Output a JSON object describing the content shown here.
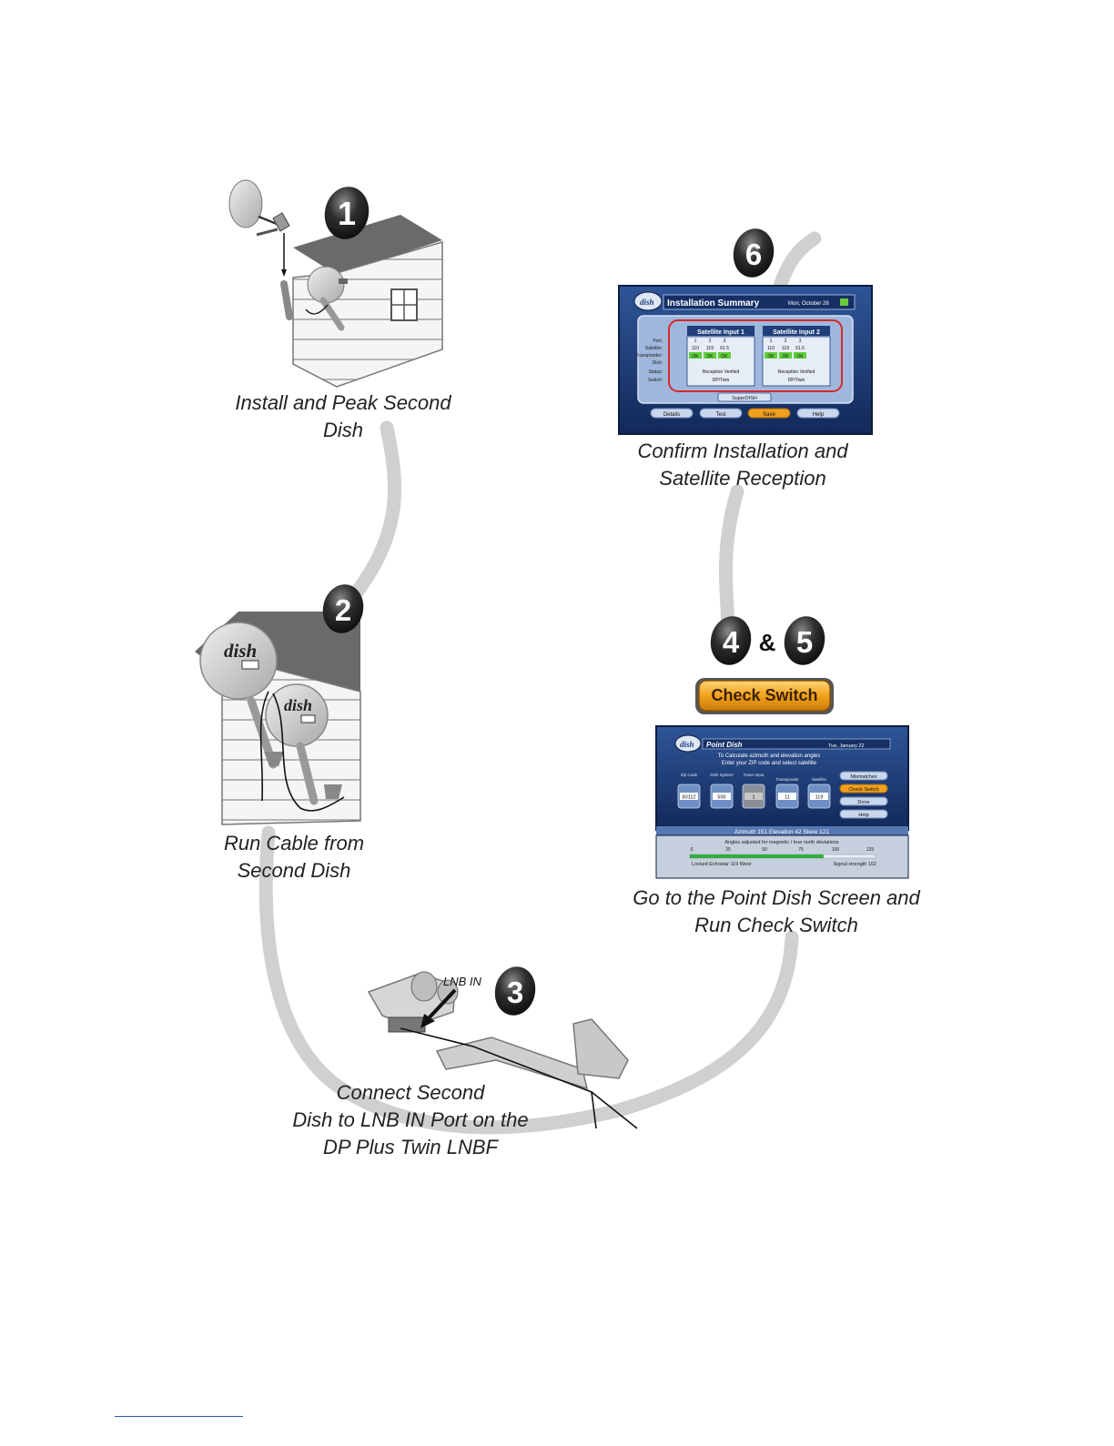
{
  "steps": [
    {
      "number": "1",
      "caption": [
        "Install and Peak Second",
        "Dish"
      ]
    },
    {
      "number": "2",
      "caption": [
        "Run Cable from",
        "Second Dish"
      ]
    },
    {
      "number": "3",
      "caption": [
        "Connect Second",
        "Dish to LNB IN Port on the",
        "DP Plus Twin LNBF"
      ],
      "callout": "LNB IN"
    },
    {
      "number": "4",
      "joiner": "&"
    },
    {
      "number": "5",
      "caption": [
        "Go to the Point Dish Screen and",
        "Run Check Switch"
      ],
      "button_label": "Check Switch"
    },
    {
      "number": "6",
      "caption": [
        "Confirm Installation and",
        "Satellite Reception"
      ]
    }
  ],
  "dish_brand": "dish",
  "installation_summary": {
    "title": "Installation Summary",
    "date": "Mon, October 28",
    "input1": "Satellite Input 1",
    "input2": "Satellite Input 2",
    "row_labels": [
      "Port:",
      "Satellite:",
      "Transponder:",
      "Dish:",
      "Status:",
      "Switch:"
    ],
    "ports": [
      "1",
      "2",
      "3"
    ],
    "satellites_1": [
      "110",
      "119",
      "61.5"
    ],
    "satellites_2": [
      "110",
      "119",
      "61.5"
    ],
    "transponder": "OK",
    "status": "Reception Verified",
    "switch": "DP/Twin",
    "button_center": "SuperDISH",
    "buttons": [
      "Details",
      "Test",
      "Save",
      "Help"
    ]
  },
  "point_dish": {
    "title": "Point Dish",
    "date": "Tue, January 22",
    "instructions": [
      "To Calculate azimuth and elevation angles",
      "Enter your ZIP code and select satellite"
    ],
    "columns": [
      "Zip Code",
      "Dish System",
      "Tuner Input",
      "Transponder",
      "Satellite"
    ],
    "values": [
      "80112",
      "500",
      "1",
      "11",
      "119"
    ],
    "side_buttons": [
      "Mismatches",
      "Check Switch",
      "Done",
      "Help"
    ],
    "readout": "Azimuth 151  Elevation 42  Skew 121",
    "note": "Angles adjusted for magnetic / true north deviations",
    "scale": [
      "0",
      "25",
      "50",
      "75",
      "100",
      "125"
    ],
    "signal_percent": 72,
    "locked": "Locked Echostar 119 West",
    "signal_strength": "Signal strength 102"
  },
  "colors": {
    "path": "#cfcfcf",
    "badge": "#2a2a2a",
    "screen_bg": "#1d3d78",
    "screen_panel": "#3b64a8",
    "check_button": "#f0a020",
    "red_box": "#d8282a",
    "signal_bar": "#2fae3a"
  }
}
